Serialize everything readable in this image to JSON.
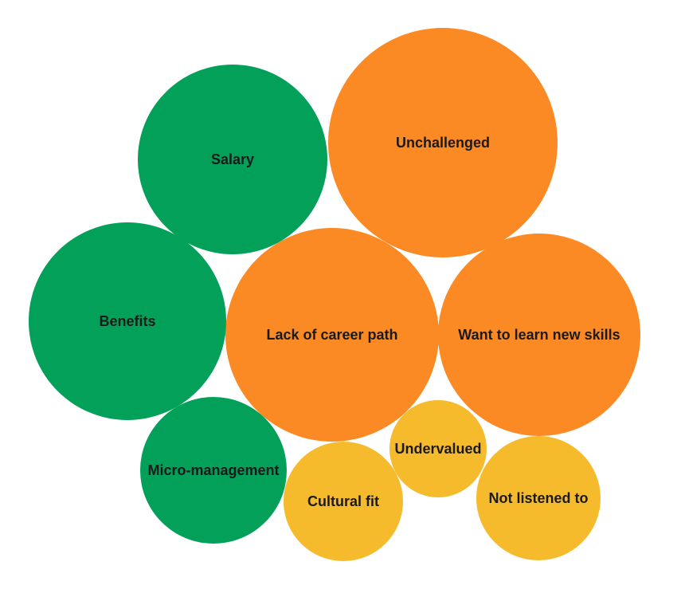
{
  "chart_data": {
    "type": "bubble",
    "title": "",
    "colors": {
      "green": "#03a05a",
      "orange": "#fb8924",
      "yellow": "#f5bb2c"
    },
    "bubbles": [
      {
        "label": "Unchallenged",
        "color": "#fb8924"
      },
      {
        "label": "Lack of career path",
        "color": "#fb8924"
      },
      {
        "label": "Want to learn new skills",
        "color": "#fb8924"
      },
      {
        "label": "Benefits",
        "color": "#03a05a"
      },
      {
        "label": "Salary",
        "color": "#03a05a"
      },
      {
        "label": "Micro-management",
        "color": "#03a05a"
      },
      {
        "label": "Not listened to",
        "color": "#f5bb2c"
      },
      {
        "label": "Cultural fit",
        "color": "#f5bb2c"
      },
      {
        "label": "Undervalued",
        "color": "#f5bb2c"
      }
    ]
  }
}
